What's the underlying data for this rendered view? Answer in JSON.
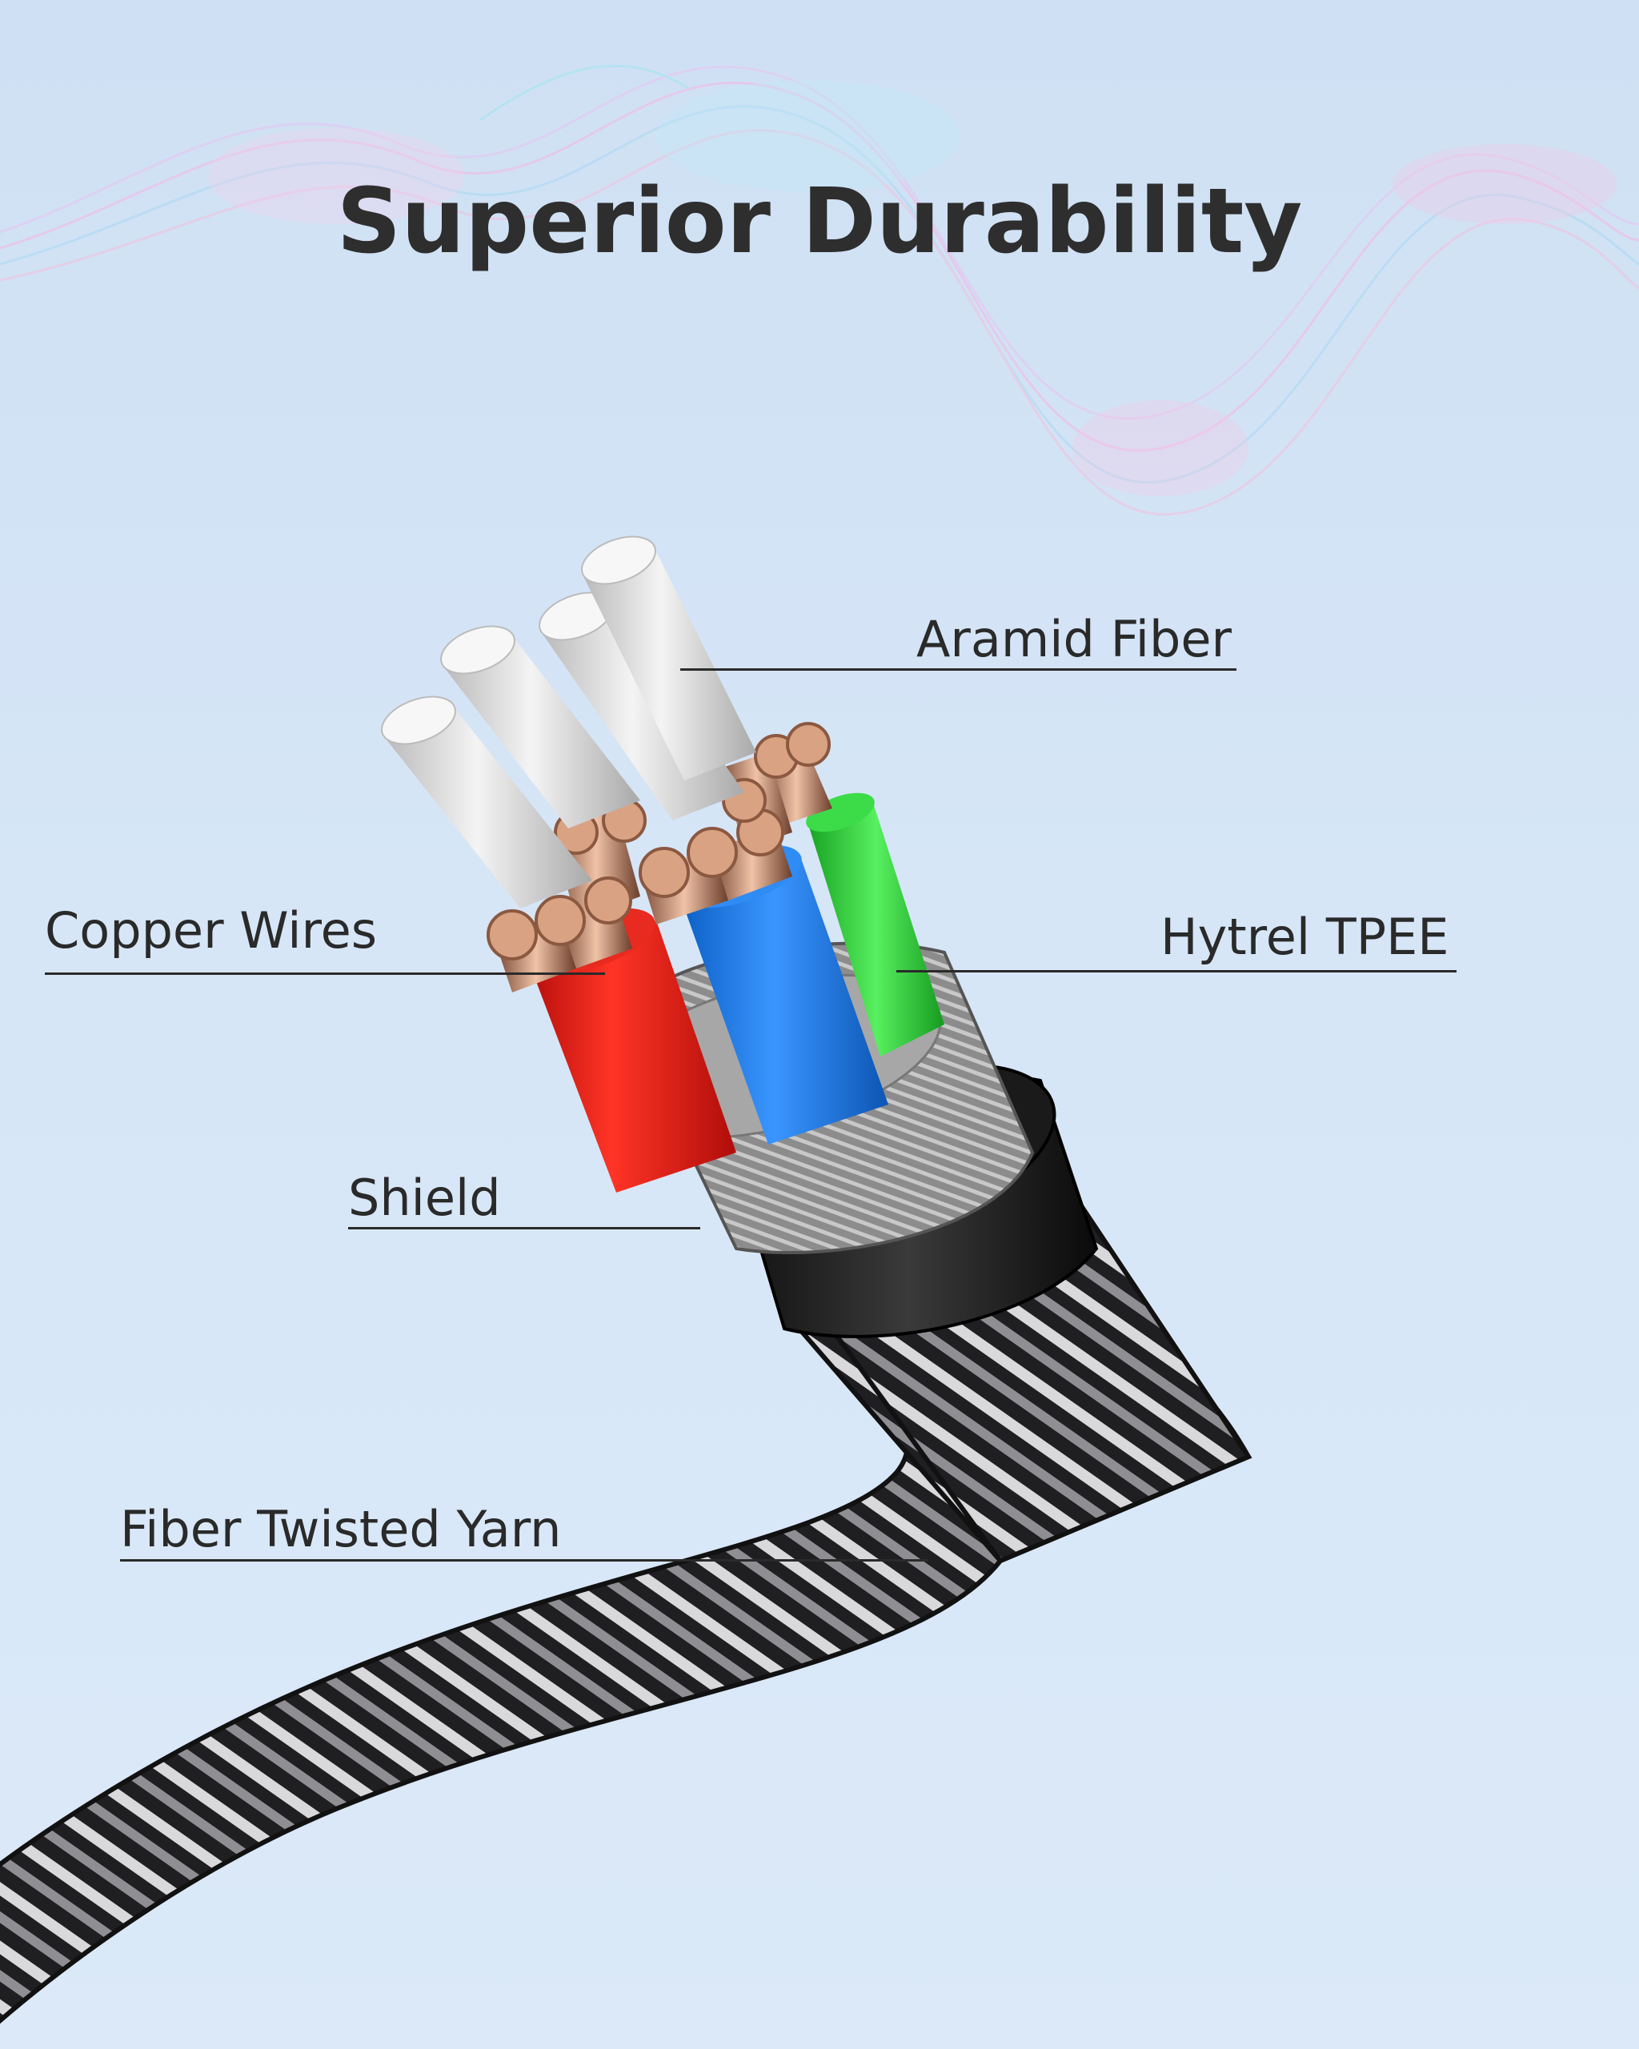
{
  "title": "Superior Durability",
  "labels": {
    "aramid": "Aramid Fiber",
    "copper": "Copper Wires",
    "hytrel": "Hytrel TPEE",
    "shield": "Shield",
    "yarn": "Fiber Twisted Yarn"
  },
  "colors": {
    "background": "#d6e6f7",
    "title_text": "#2e2e2e",
    "red_insulation": "#e3201a",
    "blue_insulation": "#1e7fe6",
    "green_insulation": "#2fcf3a",
    "copper": "#c98a6a",
    "aramid": "#e6e6e6"
  }
}
